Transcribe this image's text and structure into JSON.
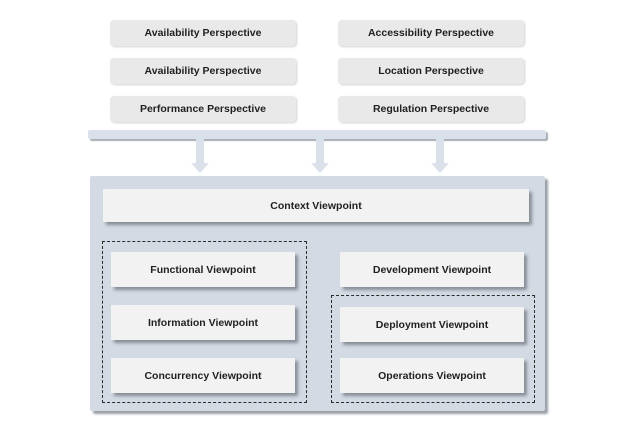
{
  "colors": {
    "perspective_box_bg": "#e9e9e9",
    "flow_bar": "#dbe1eb",
    "container_bg": "#d3dae4",
    "viewpoint_box_bg": "#f2f2f2",
    "text": "#1f1f1f"
  },
  "perspectives": {
    "left": [
      "Availability Perspective",
      "Availability Perspective",
      "Performance Perspective"
    ],
    "right": [
      "Accessibility Perspective",
      "Location Perspective",
      "Regulation Perspective"
    ]
  },
  "viewpoints": {
    "context": "Context Viewpoint",
    "functional_group": [
      "Functional Viewpoint",
      "Information Viewpoint",
      "Concurrency Viewpoint"
    ],
    "development": "Development Viewpoint",
    "deployment_group": [
      "Deployment Viewpoint",
      "Operations Viewpoint"
    ]
  }
}
